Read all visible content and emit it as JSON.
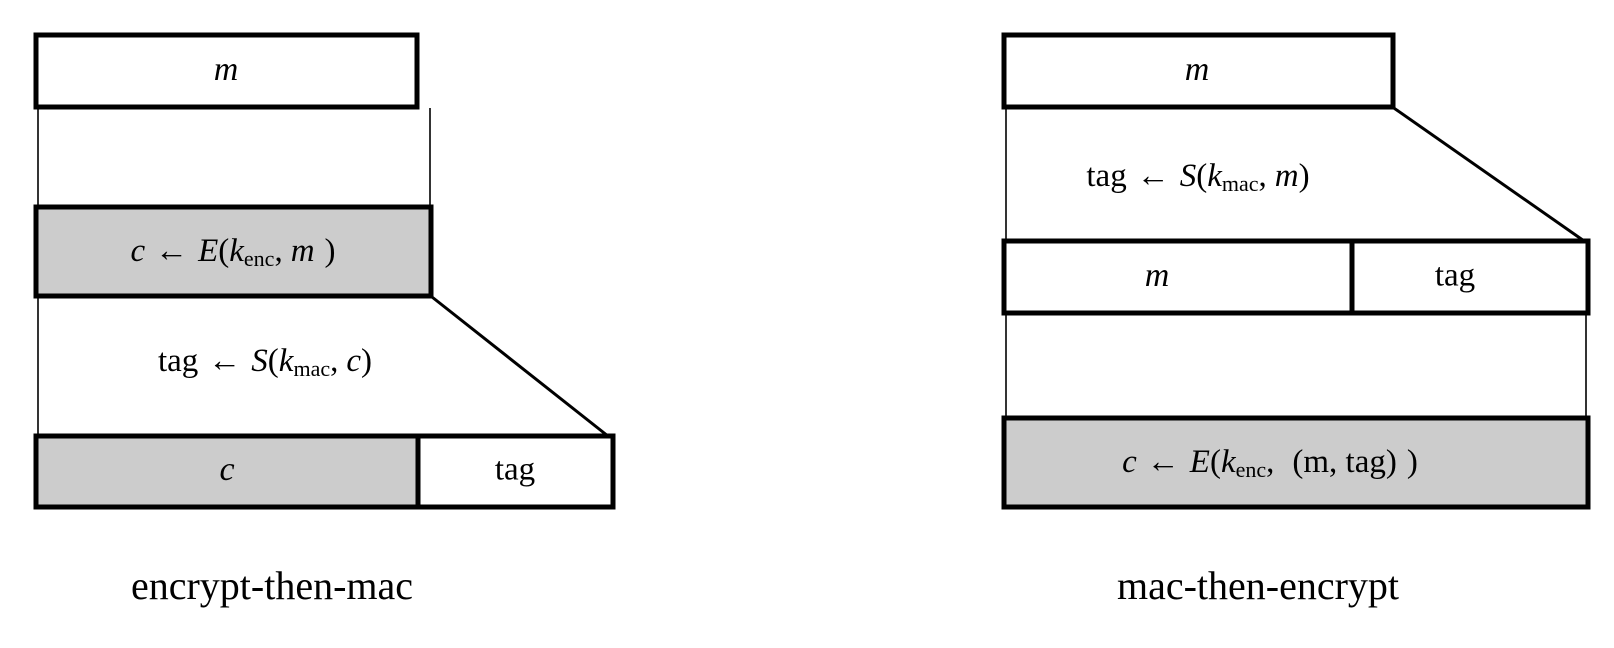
{
  "figure": {
    "title_hidden": "",
    "background_color": "#ffffff",
    "shaded_fill": "#cccccc",
    "stroke_color": "#000000"
  },
  "panels": [
    {
      "id": "encrypt-then-mac",
      "caption": "encrypt-then-mac",
      "rows": [
        {
          "id": "etm-row-message",
          "kind": "box",
          "shaded": false,
          "cells": [
            {
              "id": "etm-cell-m",
              "label": "m",
              "style": "italic",
              "shaded": false
            }
          ]
        },
        {
          "id": "etm-row-encrypt-op",
          "kind": "operation",
          "shaded": true,
          "op_text": {
            "result": "c",
            "arrow": "←",
            "func": "E",
            "open": "(",
            "key": "k",
            "key_sub": "enc",
            "comma": ",",
            "arg": "m",
            "close": ")"
          },
          "plain": "c ← E(k_enc, m )"
        },
        {
          "id": "etm-row-mac-op",
          "kind": "operation",
          "shaded": false,
          "op_text": {
            "result": "tag",
            "arrow": "←",
            "func": "S",
            "open": "(",
            "key": "k",
            "key_sub": "mac",
            "comma": ",",
            "arg": "c",
            "close": ")"
          },
          "plain": "tag ← S(k_mac, c)"
        },
        {
          "id": "etm-row-output",
          "kind": "box",
          "shaded": false,
          "cells": [
            {
              "id": "etm-cell-c",
              "label": "c",
              "style": "italic",
              "shaded": true
            },
            {
              "id": "etm-cell-tag",
              "label": "tag",
              "style": "upright",
              "shaded": false
            }
          ]
        }
      ]
    },
    {
      "id": "mac-then-encrypt",
      "caption": "mac-then-encrypt",
      "rows": [
        {
          "id": "mte-row-message",
          "kind": "box",
          "shaded": false,
          "cells": [
            {
              "id": "mte-cell-m",
              "label": "m",
              "style": "italic",
              "shaded": false
            }
          ]
        },
        {
          "id": "mte-row-mac-op",
          "kind": "operation",
          "shaded": false,
          "op_text": {
            "result": "tag",
            "arrow": "←",
            "func": "S",
            "open": "(",
            "key": "k",
            "key_sub": "mac",
            "comma": ",",
            "arg": "m",
            "close": ")"
          },
          "plain": "tag ← S(k_mac, m)"
        },
        {
          "id": "mte-row-mtag",
          "kind": "box",
          "shaded": false,
          "cells": [
            {
              "id": "mte-cell-m2",
              "label": "m",
              "style": "italic",
              "shaded": false
            },
            {
              "id": "mte-cell-tag",
              "label": "tag",
              "style": "upright",
              "shaded": false
            }
          ]
        },
        {
          "id": "mte-row-encrypt-op",
          "kind": "operation",
          "shaded": true,
          "op_text": {
            "result": "c",
            "arrow": "←",
            "func": "E",
            "open": "(",
            "key": "k",
            "key_sub": "enc",
            "comma": ",",
            "arg": "(m, tag)",
            "close": ")"
          },
          "plain": "c ← E(k_enc,  (m, tag) )"
        }
      ]
    }
  ],
  "glyphs": {
    "left_arrow": "←",
    "open_paren": "(",
    "close_paren": ")",
    "comma": ","
  }
}
